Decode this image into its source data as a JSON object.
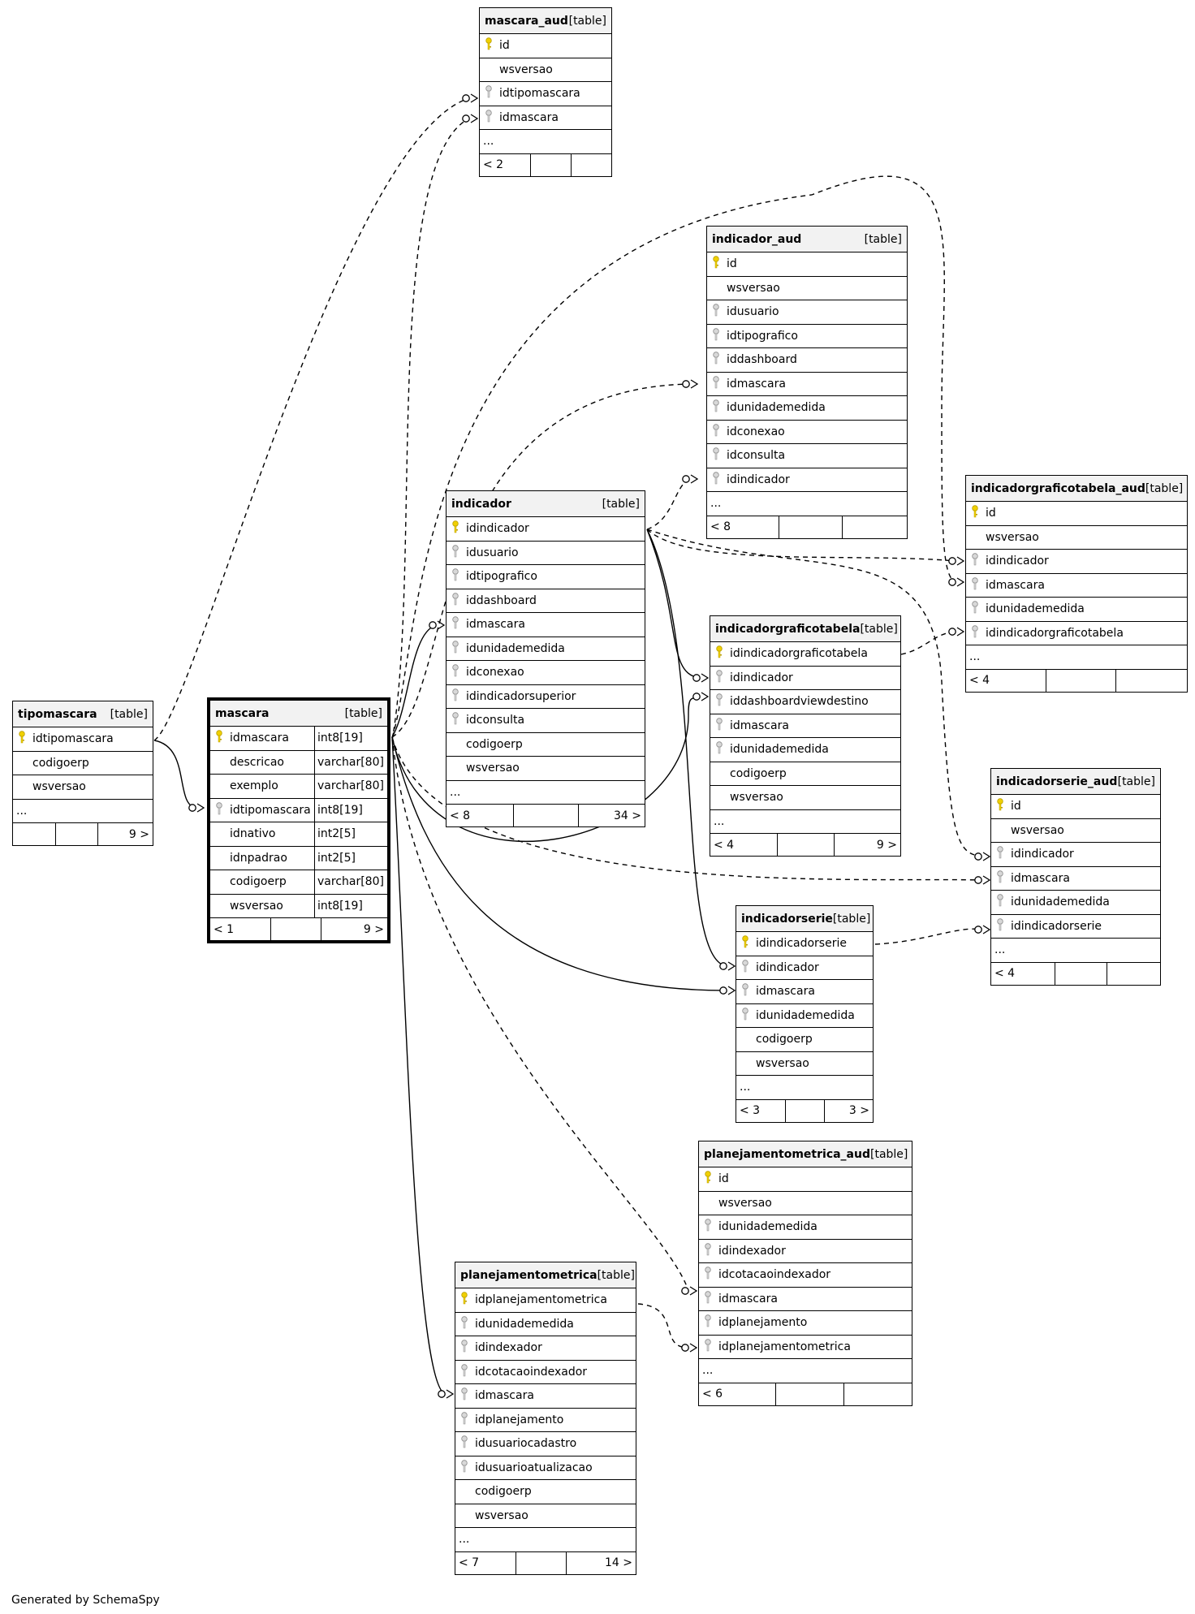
{
  "footer": "Generated by SchemaSpy",
  "table_tag": "[table]",
  "tables": [
    {
      "name": "mascara_aud",
      "focus": false,
      "columns": [
        {
          "name": "id",
          "key": "pk"
        },
        {
          "name": "wsversao",
          "key": ""
        },
        {
          "name": "idtipomascara",
          "key": "fk"
        },
        {
          "name": "idmascara",
          "key": "fk"
        }
      ],
      "ellipsis": "...",
      "footer": [
        "< 2",
        "",
        ""
      ]
    },
    {
      "name": "indicador_aud",
      "focus": false,
      "columns": [
        {
          "name": "id",
          "key": "pk"
        },
        {
          "name": "wsversao",
          "key": ""
        },
        {
          "name": "idusuario",
          "key": "fk"
        },
        {
          "name": "idtipografico",
          "key": "fk"
        },
        {
          "name": "iddashboard",
          "key": "fk"
        },
        {
          "name": "idmascara",
          "key": "fk"
        },
        {
          "name": "idunidademedida",
          "key": "fk"
        },
        {
          "name": "idconexao",
          "key": "fk"
        },
        {
          "name": "idconsulta",
          "key": "fk"
        },
        {
          "name": "idindicador",
          "key": "fk"
        }
      ],
      "ellipsis": "...",
      "footer": [
        "< 8",
        "",
        ""
      ]
    },
    {
      "name": "indicadorgraficotabela_aud",
      "focus": false,
      "columns": [
        {
          "name": "id",
          "key": "pk"
        },
        {
          "name": "wsversao",
          "key": ""
        },
        {
          "name": "idindicador",
          "key": "fk"
        },
        {
          "name": "idmascara",
          "key": "fk"
        },
        {
          "name": "idunidademedida",
          "key": "fk"
        },
        {
          "name": "idindicadorgraficotabela",
          "key": "fk"
        }
      ],
      "ellipsis": "...",
      "footer": [
        "< 4",
        "",
        ""
      ]
    },
    {
      "name": "indicador",
      "focus": false,
      "columns": [
        {
          "name": "idindicador",
          "key": "pk"
        },
        {
          "name": "idusuario",
          "key": "fk"
        },
        {
          "name": "idtipografico",
          "key": "fk"
        },
        {
          "name": "iddashboard",
          "key": "fk"
        },
        {
          "name": "idmascara",
          "key": "fk"
        },
        {
          "name": "idunidademedida",
          "key": "fk"
        },
        {
          "name": "idconexao",
          "key": "fk"
        },
        {
          "name": "idindicadorsuperior",
          "key": "fk"
        },
        {
          "name": "idconsulta",
          "key": "fk"
        },
        {
          "name": "codigoerp",
          "key": ""
        },
        {
          "name": "wsversao",
          "key": ""
        }
      ],
      "ellipsis": "...",
      "footer": [
        "< 8",
        "",
        "34 >"
      ]
    },
    {
      "name": "indicadorgraficotabela",
      "focus": false,
      "columns": [
        {
          "name": "idindicadorgraficotabela",
          "key": "pk"
        },
        {
          "name": "idindicador",
          "key": "fk"
        },
        {
          "name": "iddashboardviewdestino",
          "key": "fk"
        },
        {
          "name": "idmascara",
          "key": "fk"
        },
        {
          "name": "idunidademedida",
          "key": "fk"
        },
        {
          "name": "codigoerp",
          "key": ""
        },
        {
          "name": "wsversao",
          "key": ""
        }
      ],
      "ellipsis": "...",
      "footer": [
        "< 4",
        "",
        "9 >"
      ]
    },
    {
      "name": "tipomascara",
      "focus": false,
      "columns": [
        {
          "name": "idtipomascara",
          "key": "pk"
        },
        {
          "name": "codigoerp",
          "key": ""
        },
        {
          "name": "wsversao",
          "key": ""
        }
      ],
      "ellipsis": "...",
      "footer": [
        "",
        "",
        "9 >"
      ]
    },
    {
      "name": "mascara",
      "focus": true,
      "columns": [
        {
          "name": "idmascara",
          "key": "pk",
          "type": "int8[19]"
        },
        {
          "name": "descricao",
          "key": "",
          "type": "varchar[80]"
        },
        {
          "name": "exemplo",
          "key": "",
          "type": "varchar[80]"
        },
        {
          "name": "idtipomascara",
          "key": "fk",
          "type": "int8[19]"
        },
        {
          "name": "idnativo",
          "key": "",
          "type": "int2[5]"
        },
        {
          "name": "idnpadrao",
          "key": "",
          "type": "int2[5]"
        },
        {
          "name": "codigoerp",
          "key": "",
          "type": "varchar[80]"
        },
        {
          "name": "wsversao",
          "key": "",
          "type": "int8[19]"
        }
      ],
      "ellipsis": "",
      "footer": [
        "< 1",
        "",
        "9 >"
      ]
    },
    {
      "name": "indicadorserie_aud",
      "focus": false,
      "columns": [
        {
          "name": "id",
          "key": "pk"
        },
        {
          "name": "wsversao",
          "key": ""
        },
        {
          "name": "idindicador",
          "key": "fk"
        },
        {
          "name": "idmascara",
          "key": "fk"
        },
        {
          "name": "idunidademedida",
          "key": "fk"
        },
        {
          "name": "idindicadorserie",
          "key": "fk"
        }
      ],
      "ellipsis": "...",
      "footer": [
        "< 4",
        "",
        ""
      ]
    },
    {
      "name": "indicadorserie",
      "focus": false,
      "columns": [
        {
          "name": "idindicadorserie",
          "key": "pk"
        },
        {
          "name": "idindicador",
          "key": "fk"
        },
        {
          "name": "idmascara",
          "key": "fk"
        },
        {
          "name": "idunidademedida",
          "key": "fk"
        },
        {
          "name": "codigoerp",
          "key": ""
        },
        {
          "name": "wsversao",
          "key": ""
        }
      ],
      "ellipsis": "...",
      "footer": [
        "< 3",
        "",
        "3 >"
      ]
    },
    {
      "name": "planejamentometrica_aud",
      "focus": false,
      "columns": [
        {
          "name": "id",
          "key": "pk"
        },
        {
          "name": "wsversao",
          "key": ""
        },
        {
          "name": "idunidademedida",
          "key": "fk"
        },
        {
          "name": "idindexador",
          "key": "fk"
        },
        {
          "name": "idcotacaoindexador",
          "key": "fk"
        },
        {
          "name": "idmascara",
          "key": "fk"
        },
        {
          "name": "idplanejamento",
          "key": "fk"
        },
        {
          "name": "idplanejamentometrica",
          "key": "fk"
        }
      ],
      "ellipsis": "...",
      "footer": [
        "< 6",
        "",
        ""
      ]
    },
    {
      "name": "planejamentometrica",
      "focus": false,
      "columns": [
        {
          "name": "idplanejamentometrica",
          "key": "pk"
        },
        {
          "name": "idunidademedida",
          "key": "fk"
        },
        {
          "name": "idindexador",
          "key": "fk"
        },
        {
          "name": "idcotacaoindexador",
          "key": "fk"
        },
        {
          "name": "idmascara",
          "key": "fk"
        },
        {
          "name": "idplanejamento",
          "key": "fk"
        },
        {
          "name": "idusuariocadastro",
          "key": "fk"
        },
        {
          "name": "idusuarioatualizacao",
          "key": "fk"
        },
        {
          "name": "codigoerp",
          "key": ""
        },
        {
          "name": "wsversao",
          "key": ""
        }
      ],
      "ellipsis": "...",
      "footer": [
        "< 7",
        "",
        "14 >"
      ]
    }
  ]
}
